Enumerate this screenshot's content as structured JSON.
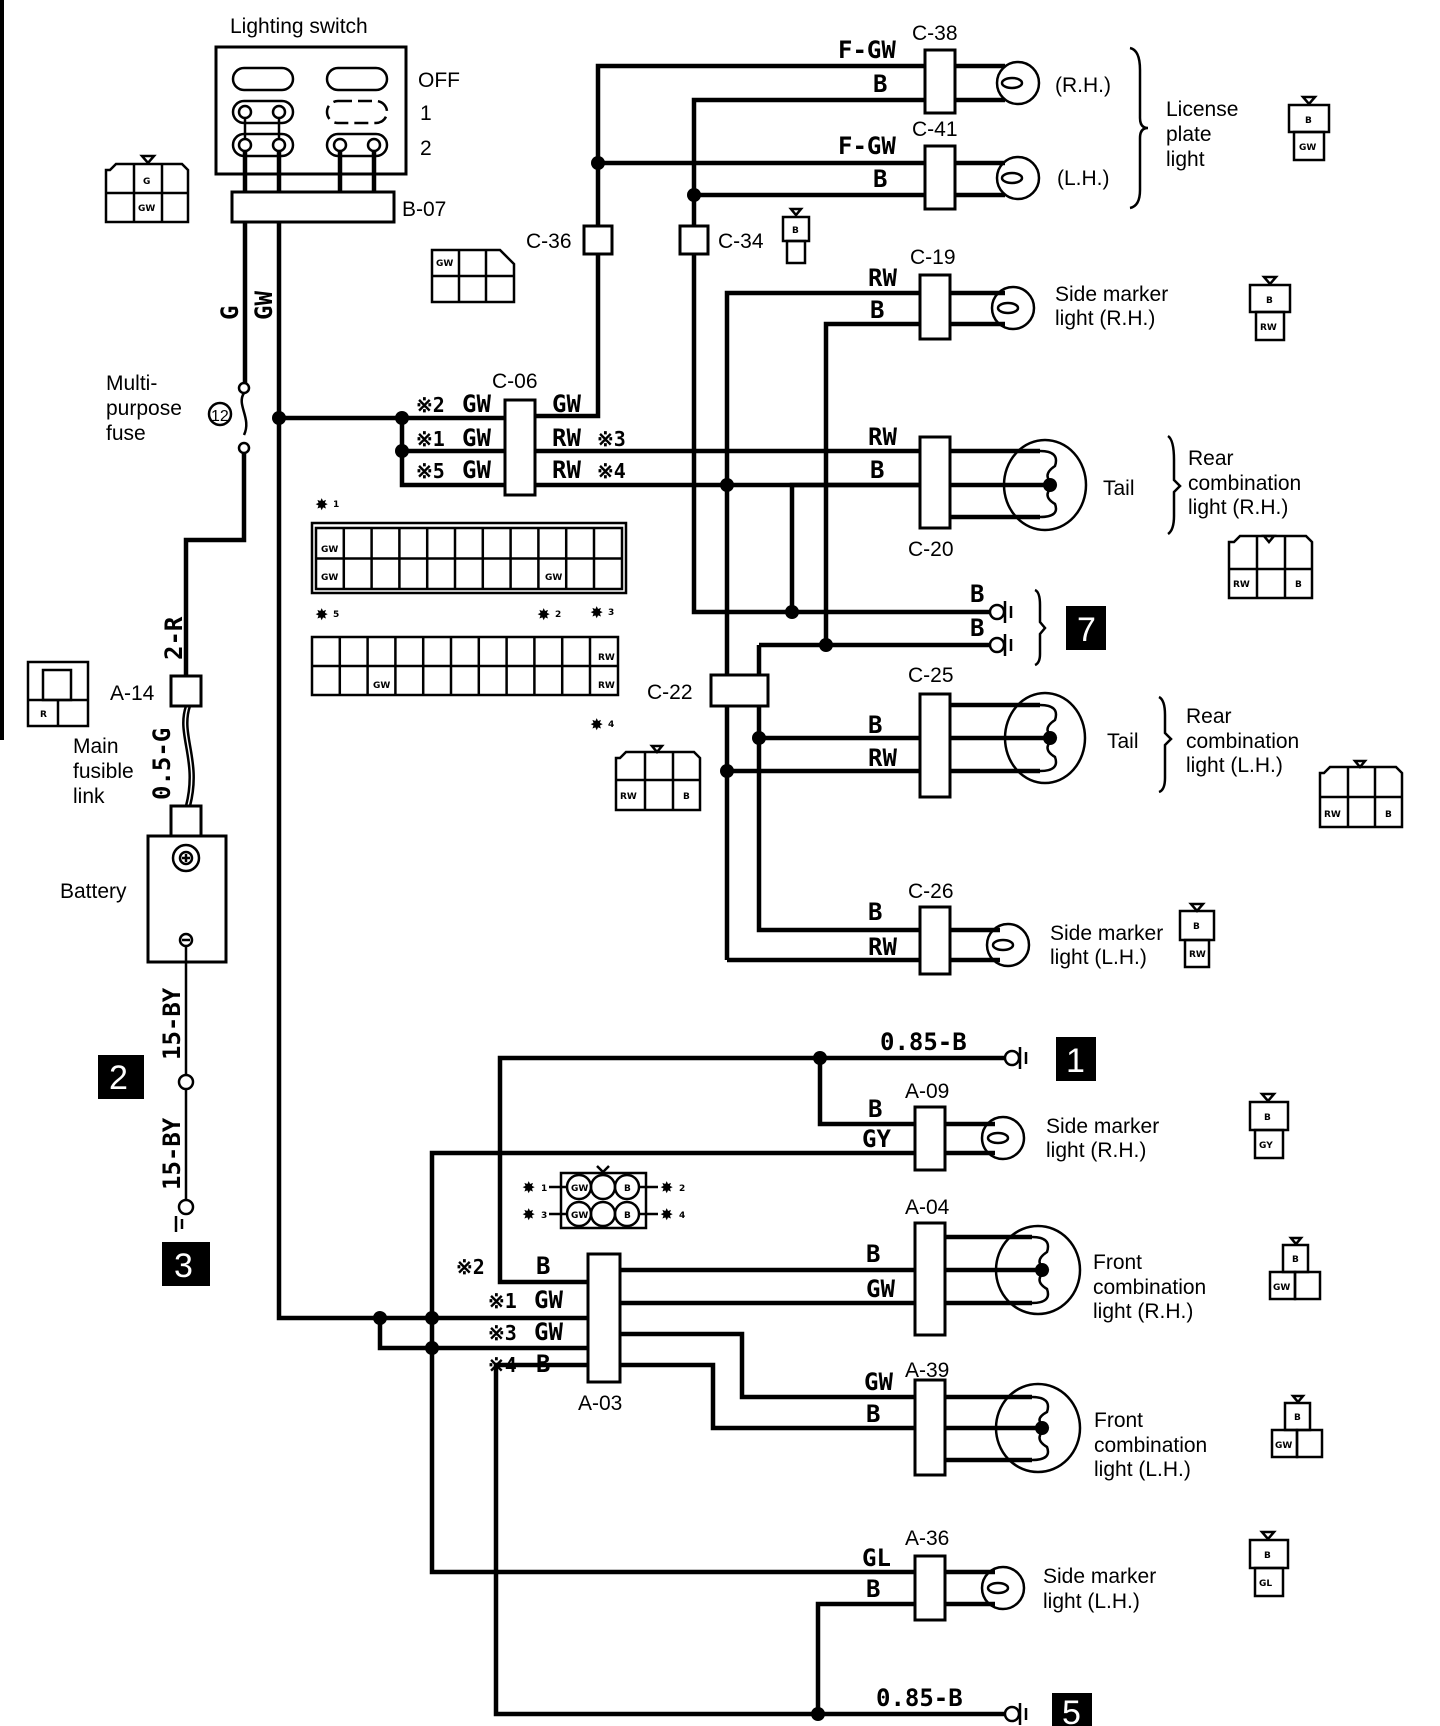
{
  "diagram": {
    "title": "Tail / license / side marker light wiring diagram",
    "colors": {
      "ink": "#000000",
      "paper": "#ffffff",
      "badge_text": "#ffffff"
    },
    "lighting_switch": {
      "label": "Lighting switch",
      "positions": [
        "OFF",
        "1",
        "2"
      ],
      "connector_id": "B-07",
      "connector_pins": [
        "G",
        "GW"
      ]
    },
    "power_path": {
      "wire_G": "G",
      "wire_GW": "GW",
      "fuse_label_lines": [
        "Multi-",
        "purpose",
        "fuse"
      ],
      "fuse_number": "12",
      "wire_2R": "2-R",
      "fusible_connector": "A-14",
      "fusible_connector_pin": "R",
      "fusible_link_label_lines": [
        "Main",
        "fusible",
        "link"
      ],
      "fusible_wire": "0.5-G",
      "battery_label": "Battery",
      "battery_wire_upper": "15-BY",
      "battery_wire_lower": "15-BY",
      "ground_badges": [
        "2",
        "3"
      ]
    },
    "c06": {
      "id": "C-06",
      "left_wires": [
        {
          "note": "※2",
          "color": "GW"
        },
        {
          "note": "※1",
          "color": "GW"
        },
        {
          "note": "※5",
          "color": "GW"
        }
      ],
      "right_wires": [
        {
          "note": "",
          "color": "GW"
        },
        {
          "note": "※3",
          "color": "RW"
        },
        {
          "note": "※4",
          "color": "RW"
        }
      ],
      "pin_view": {
        "top_row_labels": [
          "GW",
          "GW",
          "GW"
        ],
        "top_markers": [
          "1",
          "5",
          "2"
        ],
        "bottom_row_labels": [
          "RW",
          "GW",
          "RW"
        ],
        "bottom_markers": [
          "3",
          "4"
        ]
      }
    },
    "c36": {
      "id": "C-36",
      "pin_view": [
        "GW"
      ]
    },
    "c34": {
      "id": "C-34",
      "pin_view": [
        "B"
      ]
    },
    "c22": {
      "id": "C-22",
      "pin_view": [
        "RW",
        "B"
      ]
    },
    "license_plate": {
      "group_label_lines": [
        "License",
        "plate",
        "light"
      ],
      "lamps": [
        {
          "connector": "C-38",
          "side": "(R.H.)",
          "wires": [
            "F-GW",
            "B"
          ]
        },
        {
          "connector": "C-41",
          "side": "(L.H.)",
          "wires": [
            "F-GW",
            "B"
          ]
        }
      ],
      "pin_view": [
        "B",
        "GW"
      ]
    },
    "rear_lamps": [
      {
        "connector": "C-19",
        "wires": [
          "RW",
          "B"
        ],
        "label_lines": [
          "Side marker",
          "light (R.H.)"
        ],
        "pin_view": [
          "B",
          "RW"
        ]
      },
      {
        "connector": "C-20",
        "wires": [
          "RW",
          "B"
        ],
        "bulb_label": "Tail",
        "label_lines": [
          "Rear",
          "combination",
          "light (R.H.)"
        ],
        "pin_view": [
          "RW",
          "B"
        ]
      },
      {
        "connector": "C-25",
        "wires": [
          "B",
          "RW"
        ],
        "bulb_label": "Tail",
        "label_lines": [
          "Rear",
          "combination",
          "light (L.H.)"
        ],
        "pin_view": [
          "RW",
          "B"
        ]
      },
      {
        "connector": "C-26",
        "wires": [
          "B",
          "RW"
        ],
        "label_lines": [
          "Side marker",
          "light (L.H.)"
        ],
        "pin_view": [
          "B",
          "RW"
        ]
      }
    ],
    "ground_7": {
      "wires": [
        "B",
        "B"
      ],
      "badge": "7"
    },
    "front": {
      "ground_1": {
        "wire": "0.85-B",
        "badge": "1"
      },
      "ground_5": {
        "wire": "0.85-B",
        "badge": "5"
      },
      "a03": {
        "id": "A-03",
        "left_wires": [
          {
            "note": "※2",
            "color": "B"
          },
          {
            "note": "※1",
            "color": "GW"
          },
          {
            "note": "※3",
            "color": "GW"
          },
          {
            "note": "※4",
            "color": "B"
          }
        ],
        "pin_view": {
          "left": [
            {
              "marker": "1",
              "pin": "GW"
            },
            {
              "marker": "3",
              "pin": "GW"
            }
          ],
          "right": [
            {
              "marker": "2",
              "pin": "B"
            },
            {
              "marker": "4",
              "pin": "B"
            }
          ]
        }
      },
      "lamps": [
        {
          "connector": "A-09",
          "wires": [
            "B",
            "GY"
          ],
          "label_lines": [
            "Side marker",
            "light (R.H.)"
          ],
          "pin_view": [
            "B",
            "GY"
          ]
        },
        {
          "connector": "A-04",
          "wires": [
            "B",
            "GW"
          ],
          "label_lines": [
            "Front",
            "combination",
            "light (R.H.)"
          ],
          "pin_view": [
            "B",
            "GW"
          ]
        },
        {
          "connector": "A-39",
          "wires": [
            "GW",
            "B"
          ],
          "label_lines": [
            "Front",
            "combination",
            "light (L.H.)"
          ],
          "pin_view": [
            "B",
            "GW"
          ]
        },
        {
          "connector": "A-36",
          "wires": [
            "GL",
            "B"
          ],
          "label_lines": [
            "Side marker",
            "light (L.H.)"
          ],
          "pin_view": [
            "B",
            "GL"
          ]
        }
      ]
    }
  }
}
